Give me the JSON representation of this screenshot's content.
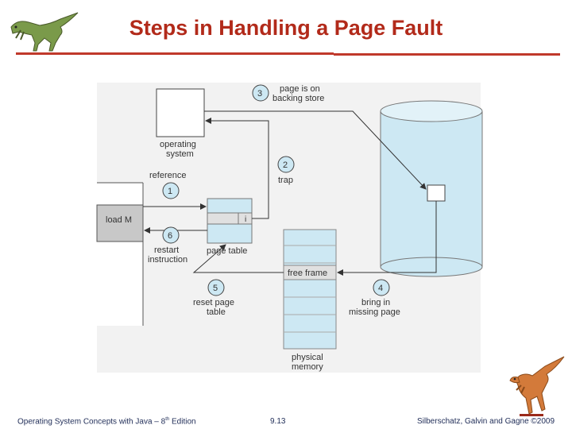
{
  "title": "Steps in Handling a Page Fault",
  "footer": {
    "left": "Operating System Concepts with Java – 8",
    "left_sup": "th",
    "left_tail": " Edition",
    "center": "9.13",
    "right": "Silberschatz, Galvin and Gagne ©2009"
  },
  "diagram": {
    "os_label_1": "operating",
    "os_label_2": "system",
    "reference_label": "reference",
    "load_m": "load M",
    "page_table_entry": "i",
    "page_table_label": "page table",
    "restart_1": "restart",
    "restart_2": "instruction",
    "reset_1": "reset page",
    "reset_2": "table",
    "trap_label": "trap",
    "backing_1": "page is on",
    "backing_2": "backing store",
    "free_frame": "free frame",
    "bring_1": "bring in",
    "bring_2": "missing page",
    "phys_1": "physical",
    "phys_2": "memory",
    "steps": [
      "1",
      "2",
      "3",
      "4",
      "5",
      "6"
    ]
  },
  "colors": {
    "title": "#b22a1a",
    "rule": "#c0392b",
    "panel": "#f2f2f2",
    "fill_blue": "#cde8f3",
    "load_gray": "#c8c8c8",
    "free_frame_gray": "#e0e0e0",
    "arrow": "#333333"
  }
}
